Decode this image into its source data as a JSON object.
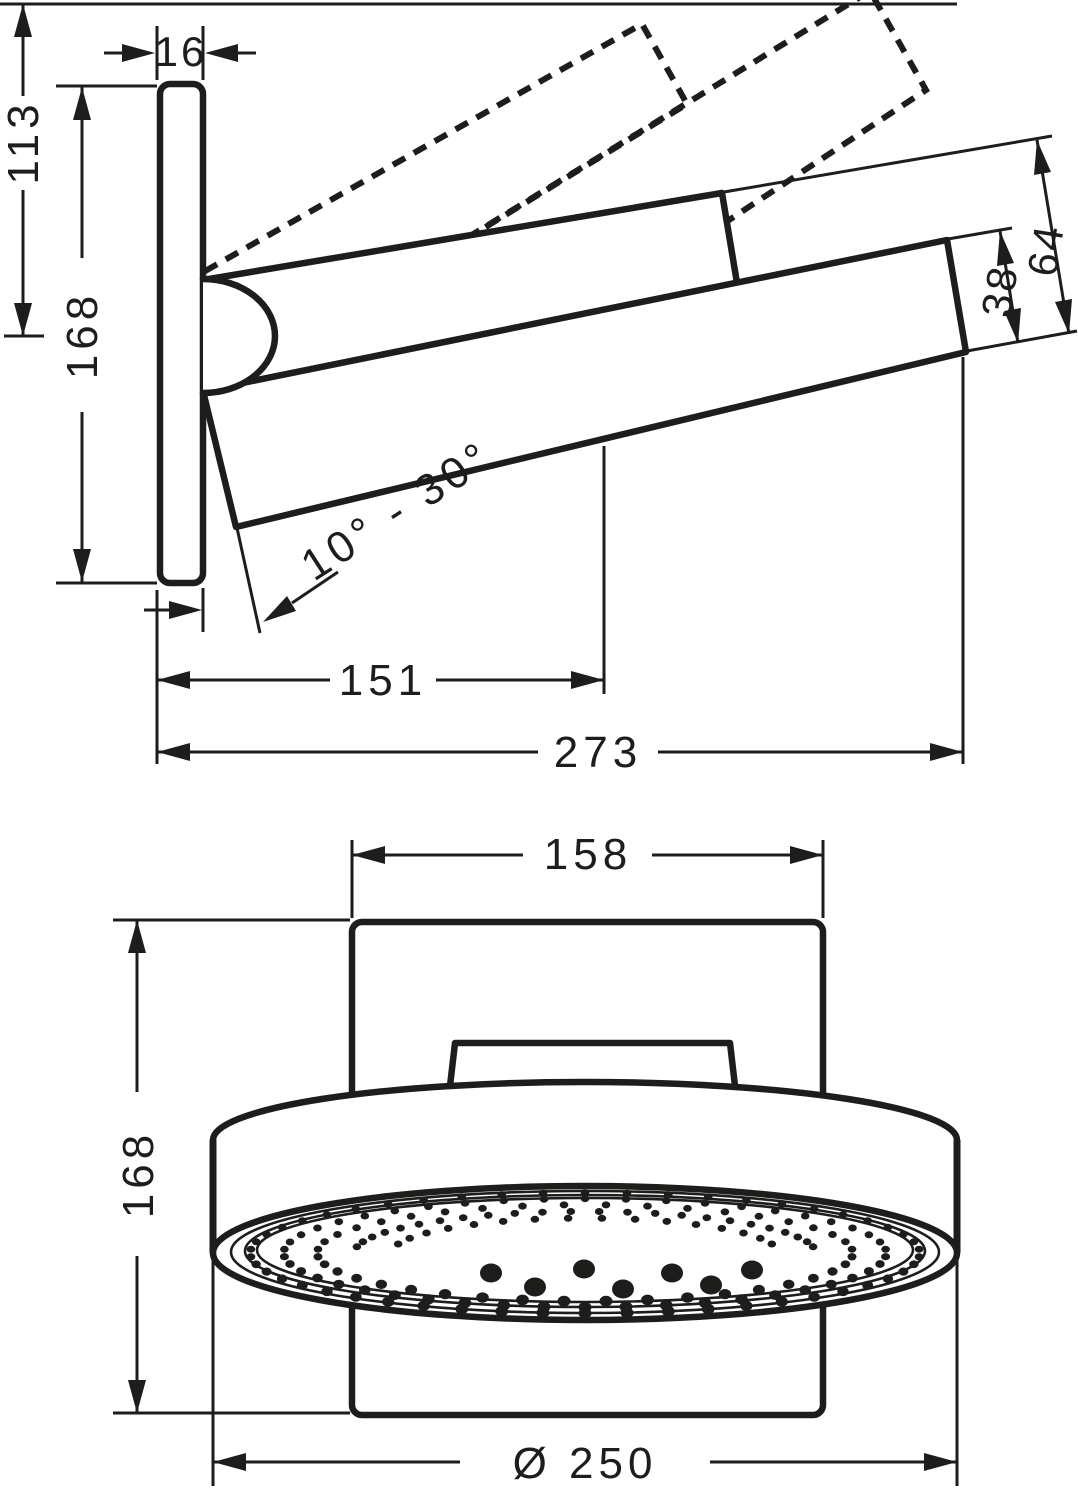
{
  "drawing": {
    "bg_color": "#ffffff",
    "ink_color": "#1d1d1b",
    "side_view": {
      "plate_thickness": "16",
      "top_to_pivot": "113",
      "plate_height": "168",
      "head_thickness": "38",
      "arm_head_depth": "64",
      "tilt_angle_range": "10° - 30°",
      "wall_to_spray_center": "151",
      "projection": "273"
    },
    "front_view": {
      "plate_width": "158",
      "plate_height": "168",
      "head_diameter": "Ø 250"
    }
  }
}
